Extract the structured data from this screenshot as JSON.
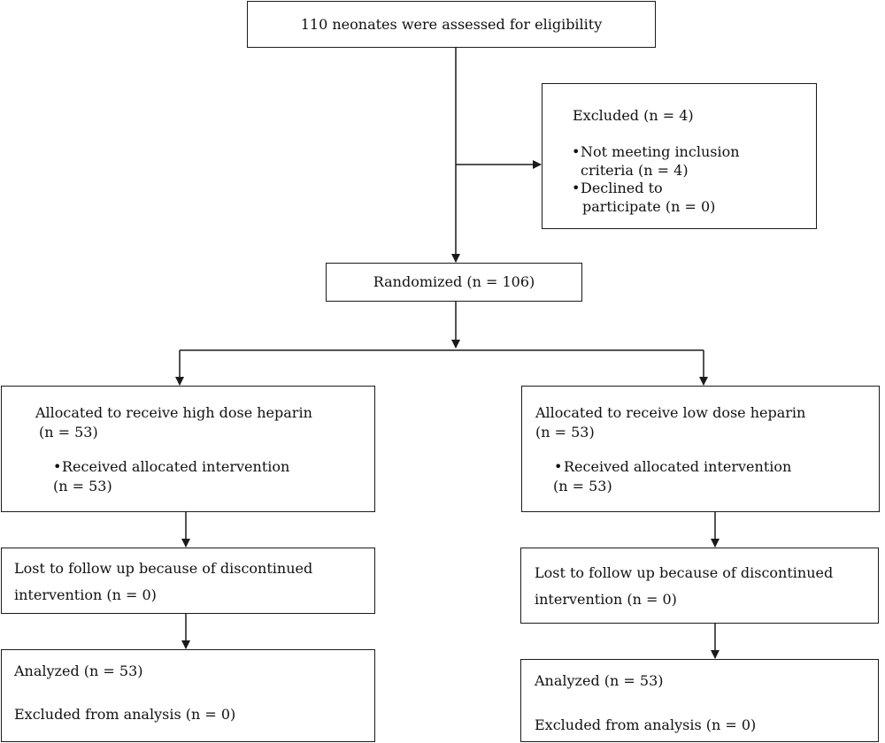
{
  "eligibility": {
    "text": "110 neonates were assessed for eligibility"
  },
  "excluded": {
    "title": "Excluded (n = 4)",
    "items": [
      {
        "line1": "Not meeting inclusion",
        "line2": "criteria (n = 4)"
      },
      {
        "line1": "Declined to",
        "line2": "participate (n = 0)"
      }
    ]
  },
  "randomized": {
    "text": "Randomized (n = 106)"
  },
  "arms": [
    {
      "allocation": {
        "title": "Allocated to receive high dose heparin",
        "count": "(n = 53)",
        "item": "Received allocated intervention",
        "item_count": "(n = 53)"
      },
      "followup": {
        "line1": "Lost to follow up because of discontinued",
        "line2": "intervention (n = 0)"
      },
      "analysis": {
        "analyzed": "Analyzed (n = 53)",
        "excluded": "Excluded from analysis (n = 0)"
      }
    },
    {
      "allocation": {
        "title": "Allocated to receive low dose heparin",
        "count": "(n = 53)",
        "item": "Received allocated intervention",
        "item_count": "(n = 53)"
      },
      "followup": {
        "line1": "Lost to follow up because of discontinued",
        "line2": "intervention (n = 0)"
      },
      "analysis": {
        "analyzed": "Analyzed (n = 53)",
        "excluded": "Excluded from analysis (n = 0)"
      }
    }
  ]
}
